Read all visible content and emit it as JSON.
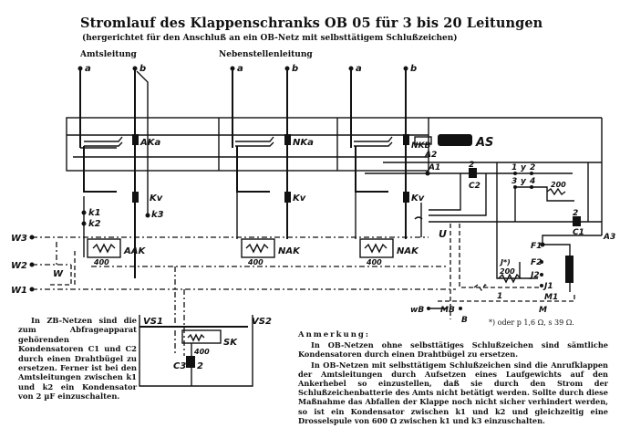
{
  "title": "Stromlauf des Klappenschranks OB 05 für 3 bis 20 Leitungen",
  "subtitle": "(hergerichtet für den Anschluß an ein OB-Netz mit selbsttätigem Schlußzeichen)",
  "sections": {
    "amtsleitung": "Amtsleitung",
    "nebenstellenleitung": "Nebenstellenleitung"
  },
  "labels": {
    "a": "a",
    "b": "b",
    "aka": "AKa",
    "nka": "NKa",
    "nkb": "NKB",
    "kv": "Kv",
    "k1": "k1",
    "k2": "k2",
    "k3": "k3",
    "aak": "AAK",
    "nak": "NAK",
    "r400": "400",
    "w1": "W1",
    "w2": "W2",
    "w3": "W3",
    "w": "W",
    "as": "AS",
    "a1": "A1",
    "a2": "A2",
    "a3": "A3",
    "c1": "C1",
    "c2": "C2",
    "c3": "C3",
    "cap2": "2",
    "y12_1": "1",
    "y": "y",
    "y12_2": "2",
    "y34_3": "3",
    "y34_4": "4",
    "r200": "200",
    "u": "U",
    "f1": "F1",
    "f2": "F2",
    "j1": "J1",
    "j2": "J2",
    "jx": "J*)",
    "m": "M",
    "m1": "M1",
    "one": "1",
    "wb": "wB",
    "mb": "MB",
    "bb": "B",
    "vs1": "VS1",
    "vs2": "VS2",
    "sk": "SK"
  },
  "footnote": "*) oder p 1,6 Ω, s 39 Ω.",
  "note_left": "In ZB-Netzen sind die zum Abfrageapparat gehörenden Kondensatoren C1 und C2 durch einen Drahtbügel zu ersetzen. Ferner ist bei den Amtsleitungen zwischen k1 und k2 ein Kondensator von 2 µF einzuschalten.",
  "remark": {
    "heading": "Anmerkung:",
    "p1": "In OB-Netzen ohne selbsttätiges Schlußzeichen sind sämtliche Kondensatoren durch einen Drahtbügel zu ersetzen.",
    "p2": "In OB-Netzen mit selbsttätigem Schlußzeichen sind die Anrufklappen der Amtsleitungen durch Aufsetzen eines Laufgewichts auf den Ankerhebel so einzustellen, daß sie durch den Strom der Schlußzeichenbatterie des Amts nicht betätigt werden. Sollte durch diese Maßnahme das Abfallen der Klappe noch nicht sicher verhindert werden, so ist ein Kondensator zwischen k1 und k2 und gleichzeitig eine Drosselspule von 600 Ω zwischen k1 und k3 einzuschalten."
  }
}
